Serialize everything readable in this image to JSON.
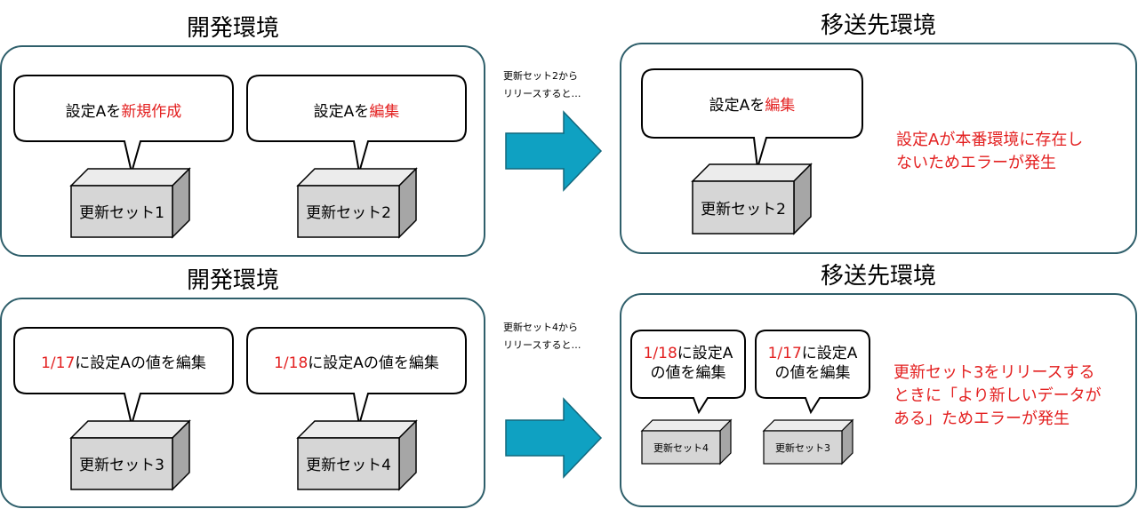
{
  "colors": {
    "panel_border": "#2f5f6b",
    "arrow": "#0fa1c2",
    "arrow_stroke": "#12687d",
    "box_front": "#d6d6d6",
    "box_top": "#ececec",
    "box_side": "#a6a6a6",
    "accent_red": "#e32020"
  },
  "top": {
    "left_title": "開発環境",
    "right_title": "移送先環境",
    "arrow_caption_line1": "更新セット2から",
    "arrow_caption_line2": "リリースすると…",
    "bubble1": {
      "prefix": "設定Aを",
      "highlight": "新規作成"
    },
    "bubble2": {
      "prefix": "設定Aを",
      "highlight": "編集"
    },
    "set1": "更新セット1",
    "set2": "更新セット2",
    "target_bubble": {
      "prefix": "設定Aを",
      "highlight": "編集"
    },
    "target_set": "更新セット2",
    "error_line1": "設定Aが本番環境に存在し",
    "error_line2": "ないためエラーが発生"
  },
  "bottom": {
    "left_title": "開発環境",
    "right_title": "移送先環境",
    "arrow_caption_line1": "更新セット4から",
    "arrow_caption_line2": "リリースすると…",
    "bubble1": {
      "highlight": "1/17",
      "suffix": "に設定Aの値を編集"
    },
    "bubble2": {
      "highlight": "1/18",
      "suffix": "に設定Aの値を編集"
    },
    "set3": "更新セット3",
    "set4": "更新セット4",
    "target_bubble1": {
      "highlight": "1/18",
      "line1_suffix": "に設定A",
      "line2": "の値を編集"
    },
    "target_bubble2": {
      "highlight": "1/17",
      "line1_suffix": "に設定A",
      "line2": "の値を編集"
    },
    "target_set_a": "更新セット4",
    "target_set_b": "更新セット3",
    "error_line1": "更新セット3をリリースする",
    "error_line2": "ときに「より新しいデータが",
    "error_line3": "ある」ためエラーが発生"
  }
}
